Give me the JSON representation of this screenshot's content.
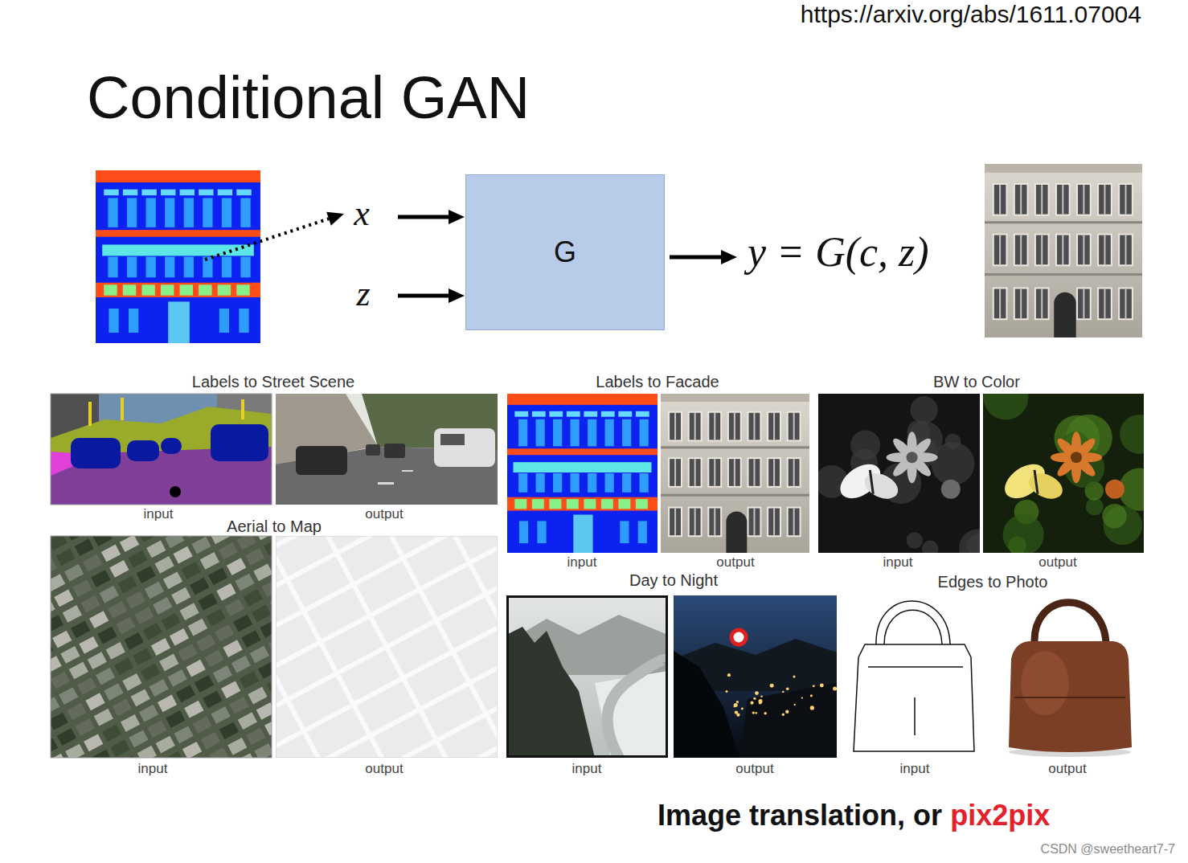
{
  "diagram": {
    "title": "Conditional GAN",
    "nodes": [
      {
        "text": [
          "G"
        ]
      }
    ],
    "labels": [
      "https://arxiv.org/abs/1611.07004",
      "x",
      "z",
      "y = G(c, z)",
      "Labels to Street Scene",
      "input",
      "output",
      "Aerial to Map",
      "input",
      "output",
      "Labels to Facade",
      "input",
      "output",
      "BW to Color",
      "input",
      "output",
      "Day to Night",
      "input",
      "output",
      "Edges to Photo",
      "input",
      "output",
      "Image translation, or",
      "pix2pix",
      "CSDN @sweetheart7-7"
    ]
  }
}
